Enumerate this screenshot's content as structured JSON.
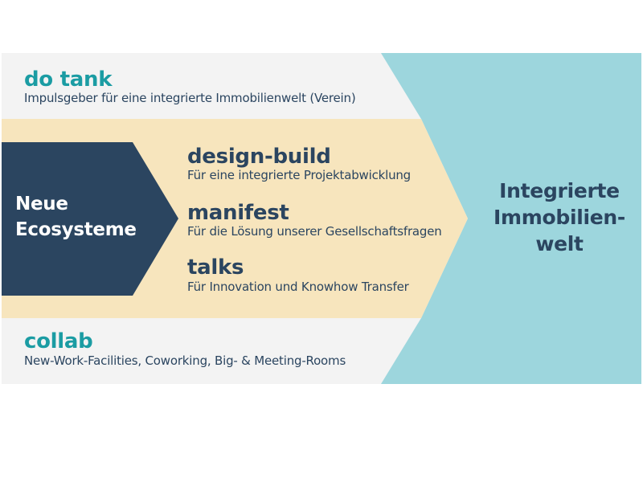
{
  "colors": {
    "band_light": "#f3f3f3",
    "band_beige": "#f7e5bd",
    "chevron_navy": "#2b4560",
    "target_teal": "#9dd6dd",
    "title_teal": "#1b9ca3",
    "text_navy": "#2b4560"
  },
  "top_item": {
    "title": "do tank",
    "subtitle": "Impulsgeber für eine integrierte Immobilienwelt (Verein)"
  },
  "bottom_item": {
    "title": "collab",
    "subtitle": "New-Work-Facilities, Coworking, Big- & Meeting-Rooms"
  },
  "left_block": {
    "line1": "Neue",
    "line2": "Ecosysteme"
  },
  "middle_items": [
    {
      "title": "design-build",
      "subtitle": "Für eine integrierte Projektabwicklung"
    },
    {
      "title": "manifest",
      "subtitle": "Für die Lösung unserer Gesellschaftsfragen"
    },
    {
      "title": "talks",
      "subtitle": "Für Innovation und Knowhow Transfer"
    }
  ],
  "right_block": {
    "line1": "Integrierte",
    "line2": "Immobilien-",
    "line3": "welt"
  }
}
